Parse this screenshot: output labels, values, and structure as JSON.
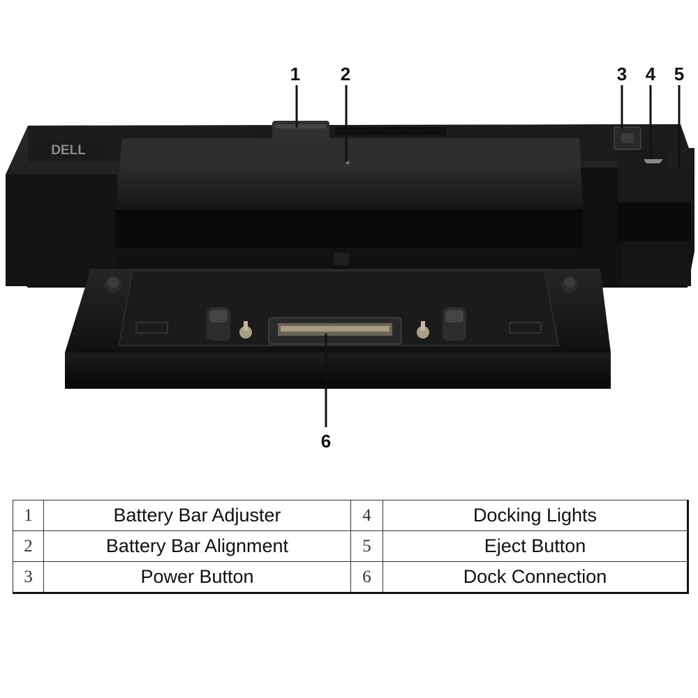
{
  "brand_logo": "DELL",
  "callouts": [
    "1",
    "2",
    "3",
    "4",
    "5",
    "6"
  ],
  "legend": [
    {
      "num_left": "1",
      "label_left": "Battery Bar Adjuster",
      "num_right": "4",
      "label_right": "Docking Lights"
    },
    {
      "num_left": "2",
      "label_left": "Battery Bar Alignment",
      "num_right": "5",
      "label_right": "Eject Button"
    },
    {
      "num_left": "3",
      "label_left": "Power Button",
      "num_right": "6",
      "label_right": "Dock Connection"
    }
  ]
}
